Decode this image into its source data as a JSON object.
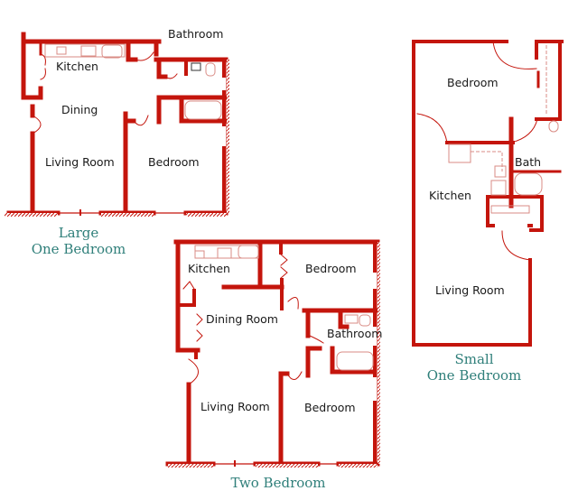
{
  "colors": {
    "wall": "#c4150c",
    "fixture": "#d98b84",
    "caption": "#2f7f7a",
    "label": "#1a1a1a"
  },
  "plans": {
    "large_one_bedroom": {
      "caption_line1": "Large",
      "caption_line2": "One Bedroom",
      "rooms": {
        "kitchen": "Kitchen",
        "dining": "Dining",
        "living": "Living Room",
        "bedroom": "Bedroom",
        "bathroom": "Bathroom"
      }
    },
    "two_bedroom": {
      "caption": "Two Bedroom",
      "rooms": {
        "kitchen": "Kitchen",
        "bedroom1": "Bedroom",
        "dining": "Dining Room",
        "bathroom": "Bathroom",
        "living": "Living Room",
        "bedroom2": "Bedroom"
      }
    },
    "small_one_bedroom": {
      "caption_line1": "Small",
      "caption_line2": "One Bedroom",
      "rooms": {
        "bedroom": "Bedroom",
        "bath": "Bath",
        "kitchen": "Kitchen",
        "living": "Living Room"
      }
    }
  }
}
